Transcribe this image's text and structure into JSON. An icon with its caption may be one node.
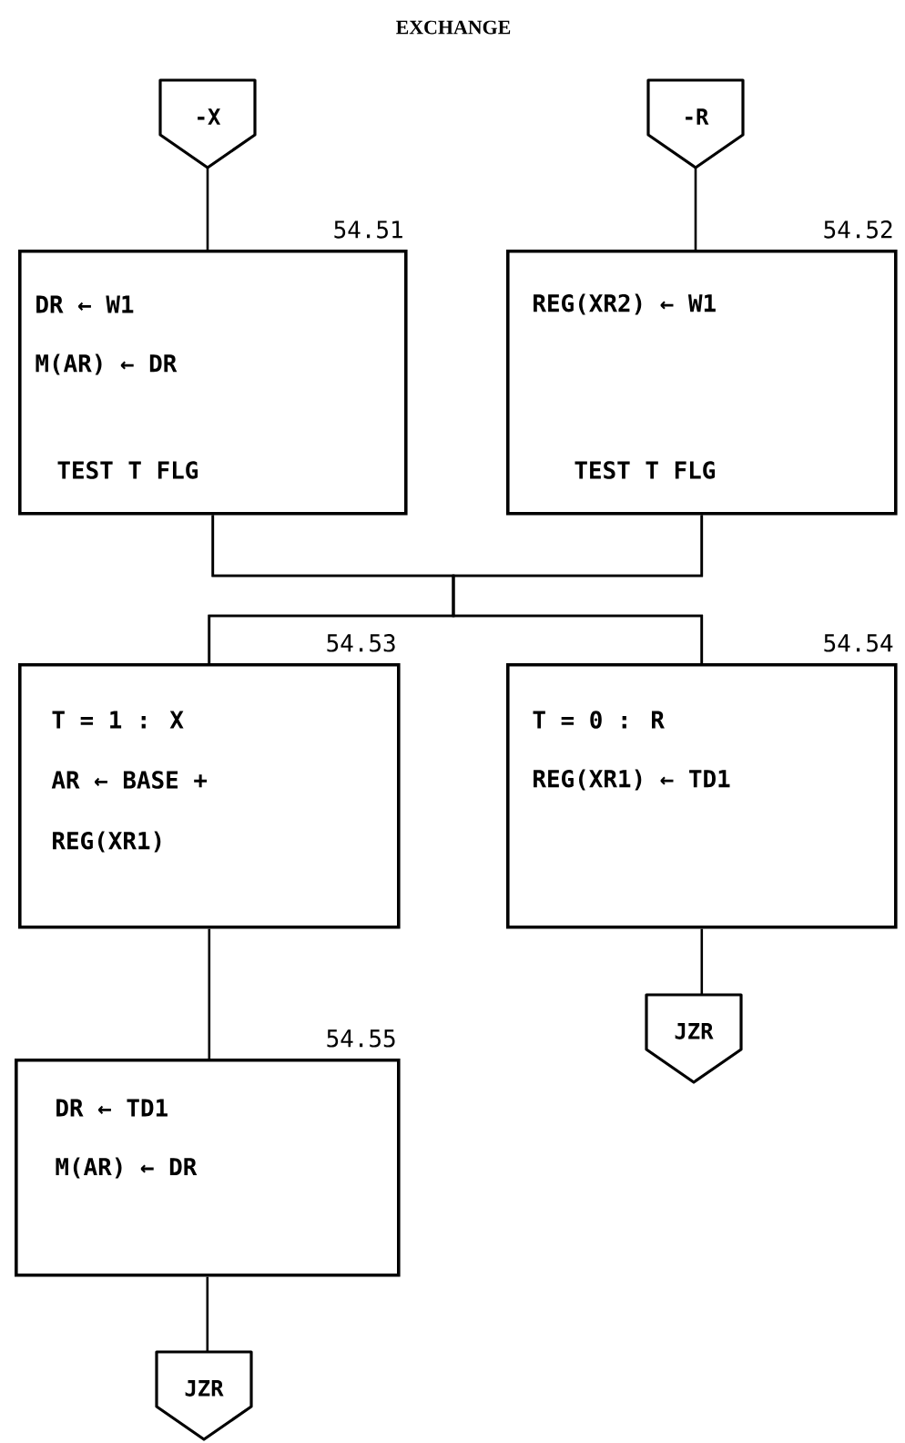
{
  "diagram": {
    "title": "EXCHANGE",
    "nodes": [
      {
        "text": [
          "-X"
        ]
      },
      {
        "text": [
          "-R"
        ]
      },
      {
        "text": [
          "DR ← W1",
          "M(AR) ← DR",
          "TEST T FLG"
        ],
        "beside": [
          "54.51"
        ]
      },
      {
        "text": [
          "REG(XR2) ← W1",
          "TEST T FLG"
        ],
        "beside": [
          "54.52"
        ]
      },
      {
        "text": [
          "T = 1 : X",
          "AR ← BASE +",
          "REG(XR1)"
        ],
        "beside": [
          "54.53"
        ]
      },
      {
        "text": [
          "T = 0 : R",
          "REG(XR1) ← TD1"
        ],
        "beside": [
          "54.54"
        ]
      },
      {
        "text": [
          "DR ← TD1",
          "M(AR) ← DR"
        ],
        "beside": [
          "54.55"
        ]
      },
      {
        "text": [
          "JZR"
        ]
      },
      {
        "text": [
          "JZR"
        ]
      }
    ],
    "edges": [
      {
        "from": 0,
        "to": 2,
        "arrow": "none"
      },
      {
        "from": 1,
        "to": 3,
        "arrow": "none"
      },
      {
        "from": 2,
        "to": 4,
        "arrow": "none"
      },
      {
        "from": 2,
        "to": 5,
        "arrow": "none"
      },
      {
        "from": 3,
        "to": 4,
        "arrow": "none"
      },
      {
        "from": 3,
        "to": 5,
        "arrow": "none"
      },
      {
        "from": 4,
        "to": 6,
        "arrow": "none"
      },
      {
        "from": 5,
        "to": 7,
        "arrow": "none"
      },
      {
        "from": 6,
        "to": 8,
        "arrow": "none"
      }
    ]
  }
}
